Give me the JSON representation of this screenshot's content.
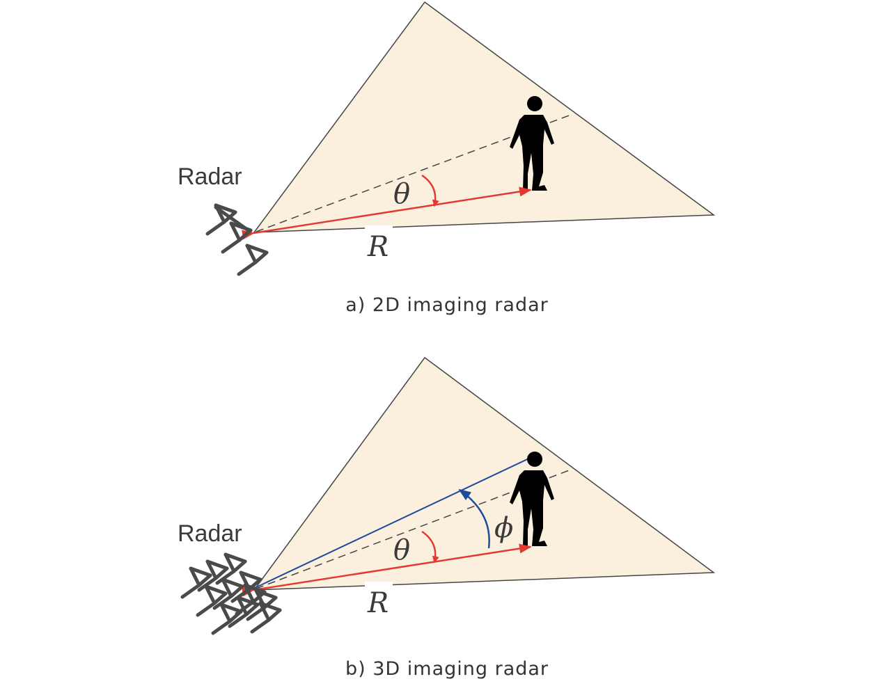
{
  "panel_a": {
    "radar_label": "Radar",
    "theta_symbol": "θ",
    "range_symbol": "R",
    "caption": "a) 2D imaging radar"
  },
  "panel_b": {
    "radar_label": "Radar",
    "theta_symbol": "θ",
    "phi_symbol": "ϕ",
    "range_symbol": "R",
    "caption": "b) 3D imaging radar"
  },
  "colors": {
    "fov_fill": "#fbf0de",
    "outline": "#444444",
    "range_arrow": "#e23a33",
    "elevation_arrow": "#1f4a9c",
    "person": "#000000",
    "antenna": "#4a4a4a"
  },
  "icons": {
    "person": "walking-person-icon",
    "antenna": "yagi-antenna-icon"
  }
}
